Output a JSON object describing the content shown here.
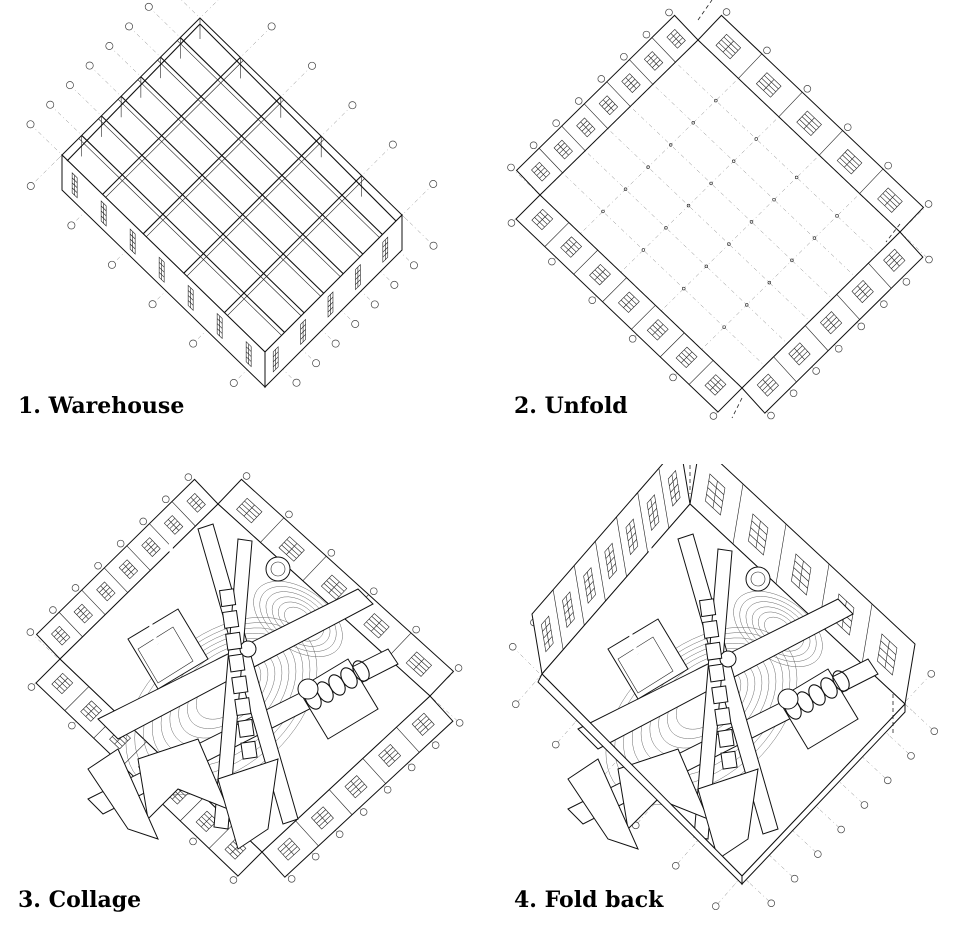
{
  "panels": [
    {
      "caption": "1. Warehouse"
    },
    {
      "caption": "2. Unfold"
    },
    {
      "caption": "3. Collage"
    },
    {
      "caption": "4. Fold back"
    }
  ]
}
